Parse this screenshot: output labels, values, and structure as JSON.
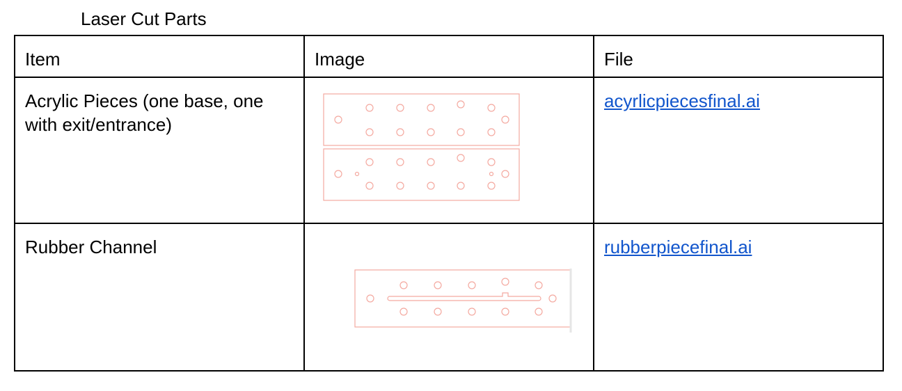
{
  "title": "Laser Cut Parts",
  "headers": {
    "item": "Item",
    "image": "Image",
    "file": "File"
  },
  "rows": [
    {
      "item": "Acrylic Pieces (one base, one with exit/entrance)",
      "file": "acyrlicpiecesfinal.ai",
      "image_icon": "acrylic-pieces-drawing"
    },
    {
      "item": "Rubber Channel",
      "file": "rubberpiecefinal.ai",
      "image_icon": "rubber-channel-drawing"
    }
  ],
  "colors": {
    "link": "#1155cc",
    "cut_line": "#f4a9a0"
  }
}
